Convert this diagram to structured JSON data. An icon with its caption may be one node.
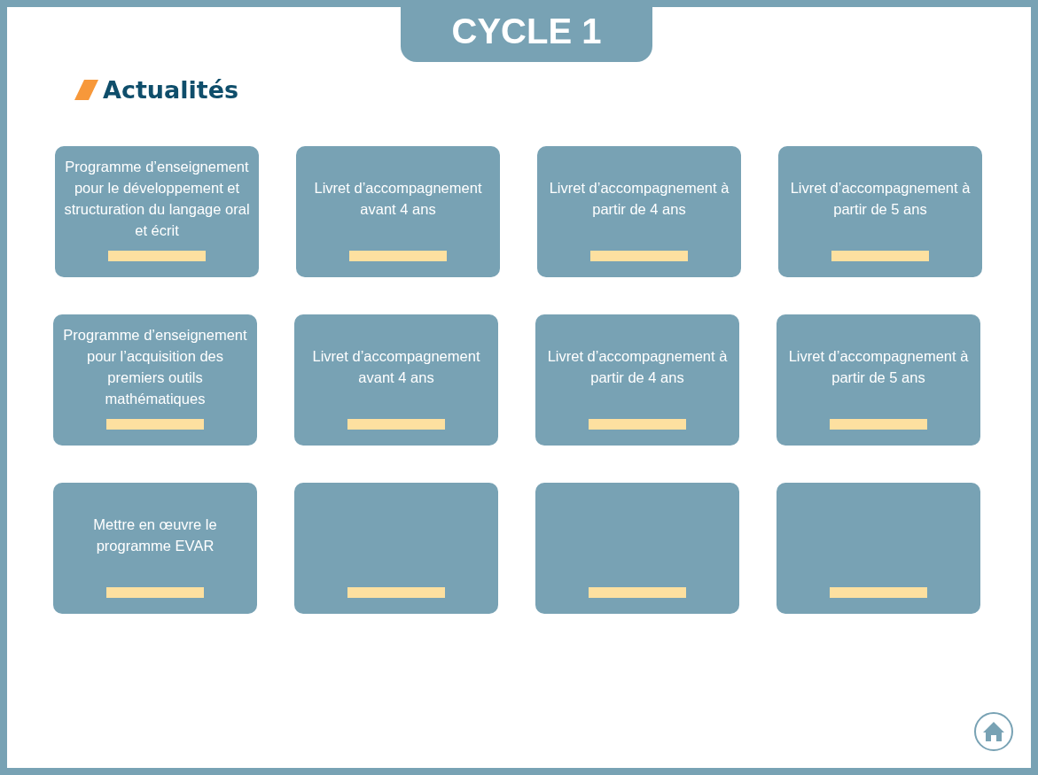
{
  "diagram": {
    "title": "CYCLE 1",
    "nodes": [
      {
        "text": [
          "Programme d’enseignement pour le développement et structuration du langage oral et écrit"
        ]
      },
      {
        "text": [
          "Livret d’accompagnement avant 4 ans"
        ]
      },
      {
        "text": [
          "Livret d’accompagnement à partir de 4 ans"
        ]
      },
      {
        "text": [
          "Livret d’accompagnement à partir de 5 ans"
        ]
      },
      {
        "text": [
          "Programme d’enseignement pour l’acquisition des premiers outils mathématiques"
        ]
      },
      {
        "text": [
          "Livret d’accompagnement avant 4 ans"
        ]
      },
      {
        "text": [
          "Livret d’accompagnement à partir de 4 ans"
        ]
      },
      {
        "text": [
          "Livret d’accompagnement à partir de 5 ans"
        ]
      },
      {
        "text": [
          "Mettre en œuvre le programme EVAR"
        ]
      },
      {
        "text": [],
        "shape": "box"
      },
      {
        "text": [],
        "shape": "box"
      },
      {
        "text": [],
        "shape": "box"
      }
    ],
    "labels": [
      "Actualités"
    ]
  }
}
